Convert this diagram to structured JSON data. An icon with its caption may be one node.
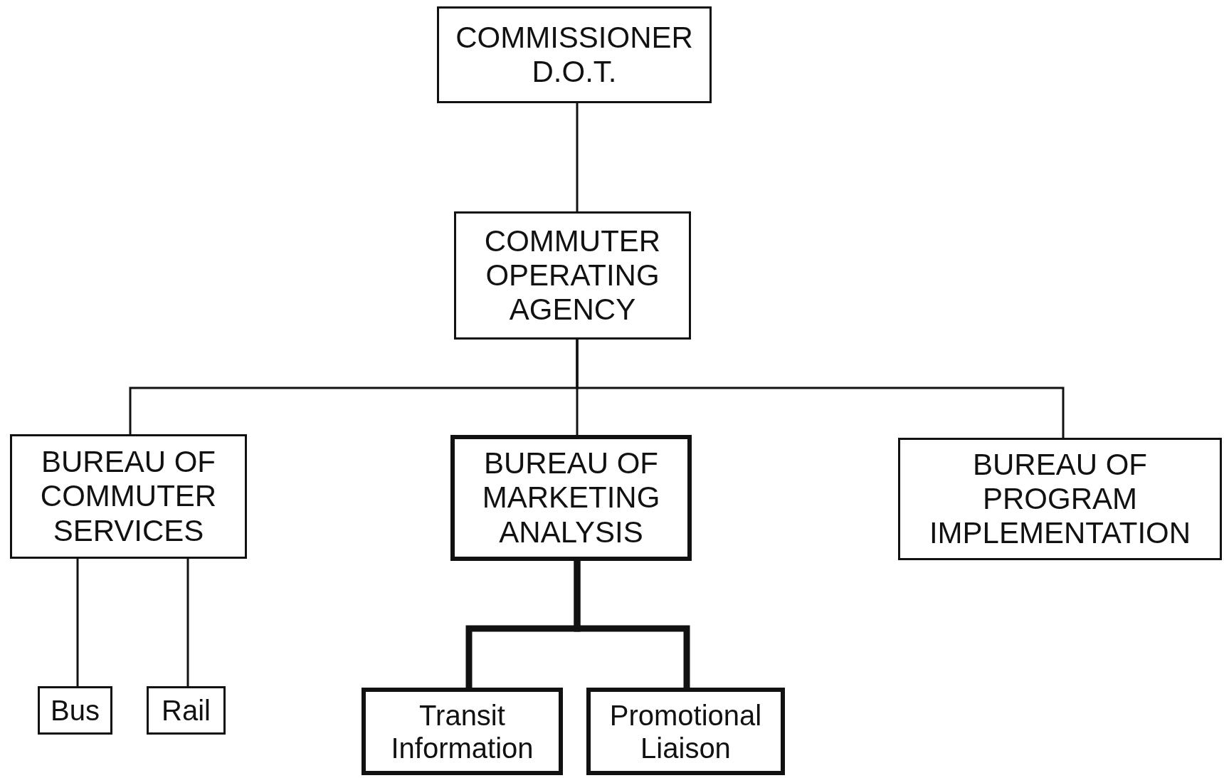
{
  "diagram": {
    "nodes": [
      {
        "text": [
          "COMMISSIONER D.O.T."
        ]
      },
      {
        "text": [
          "COMMUTER OPERATING AGENCY"
        ]
      },
      {
        "text": [
          "BUREAU OF COMMUTER SERVICES"
        ]
      },
      {
        "text": [
          "BUREAU OF MARKETING ANALYSIS"
        ]
      },
      {
        "text": [
          "BUREAU OF PROGRAM IMPLEMENTATION"
        ]
      },
      {
        "text": [
          "Bus"
        ]
      },
      {
        "text": [
          "Rail"
        ]
      },
      {
        "text": [
          "Transit Information"
        ]
      },
      {
        "text": [
          "Promotional Liaison"
        ]
      }
    ],
    "edges": [
      {
        "from": 0,
        "to": 1,
        "arrow": "none"
      },
      {
        "from": 1,
        "to": 2,
        "arrow": "none"
      },
      {
        "from": 1,
        "to": 3,
        "arrow": "none"
      },
      {
        "from": 1,
        "to": 4,
        "arrow": "none"
      },
      {
        "from": 2,
        "to": 5,
        "arrow": "none"
      },
      {
        "from": 2,
        "to": 6,
        "arrow": "none"
      },
      {
        "from": 3,
        "to": 7,
        "arrow": "none",
        "style": "thick"
      },
      {
        "from": 3,
        "to": 8,
        "arrow": "none",
        "style": "thick"
      }
    ]
  }
}
